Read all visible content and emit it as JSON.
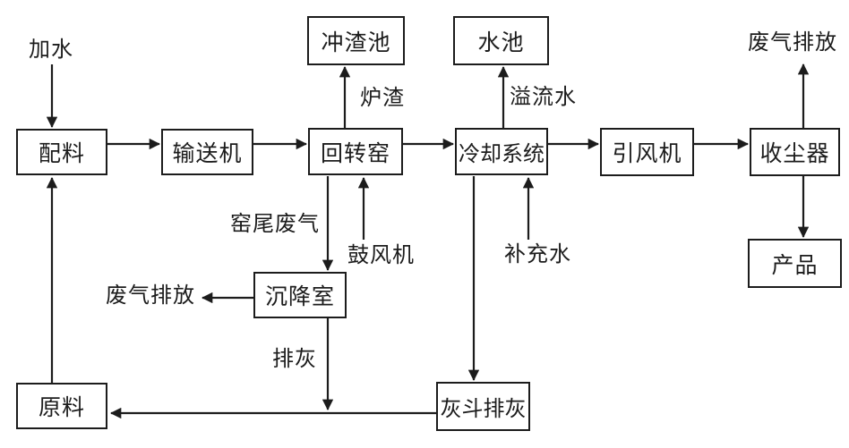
{
  "diagram": {
    "type": "flowchart",
    "background_color": "#ffffff",
    "line_color": "#1c1c1c",
    "box_fill": "#ffffff",
    "nodes": {
      "batching": {
        "label": "配料"
      },
      "conveyor": {
        "label": "输送机"
      },
      "rotary_kiln": {
        "label": "回转窑"
      },
      "slag_pool": {
        "label": "冲渣池"
      },
      "water_pool": {
        "label": "水池"
      },
      "cooling_system": {
        "label": "冷却系统"
      },
      "induced_draft_fan": {
        "label": "引风机"
      },
      "dust_collector": {
        "label": "收尘器"
      },
      "product": {
        "label": "产品"
      },
      "settling_chamber": {
        "label": "沉降室"
      },
      "raw_material": {
        "label": "原料"
      },
      "ash_hopper": {
        "label": "灰斗排灰"
      }
    },
    "flow_labels": {
      "add_water": {
        "label": "加水"
      },
      "furnace_slag": {
        "label": "炉渣"
      },
      "overflow_water": {
        "label": "溢流水"
      },
      "exhaust_top": {
        "label": "废气排放"
      },
      "kiln_tail_gas": {
        "label": "窑尾废气"
      },
      "blower": {
        "label": "鼓风机"
      },
      "makeup_water": {
        "label": "补充水"
      },
      "exhaust_left": {
        "label": "废气排放"
      },
      "ash_discharge": {
        "label": "排灰"
      }
    },
    "edges": [
      {
        "from": "add_water",
        "to": "batching"
      },
      {
        "from": "raw_material",
        "to": "batching"
      },
      {
        "from": "batching",
        "to": "conveyor"
      },
      {
        "from": "conveyor",
        "to": "rotary_kiln"
      },
      {
        "from": "rotary_kiln",
        "to": "slag_pool",
        "label": "炉渣"
      },
      {
        "from": "rotary_kiln",
        "to": "settling_chamber",
        "label": "窑尾废气"
      },
      {
        "from": "blower",
        "to": "rotary_kiln"
      },
      {
        "from": "rotary_kiln",
        "to": "cooling_system"
      },
      {
        "from": "cooling_system",
        "to": "water_pool",
        "label": "溢流水"
      },
      {
        "from": "makeup_water",
        "to": "cooling_system"
      },
      {
        "from": "cooling_system",
        "to": "ash_hopper"
      },
      {
        "from": "cooling_system",
        "to": "induced_draft_fan"
      },
      {
        "from": "induced_draft_fan",
        "to": "dust_collector"
      },
      {
        "from": "dust_collector",
        "to": "exhaust_top"
      },
      {
        "from": "dust_collector",
        "to": "product"
      },
      {
        "from": "settling_chamber",
        "to": "exhaust_left"
      },
      {
        "from": "settling_chamber",
        "to": "raw_material",
        "label": "排灰"
      },
      {
        "from": "ash_hopper",
        "to": "raw_material"
      }
    ]
  }
}
